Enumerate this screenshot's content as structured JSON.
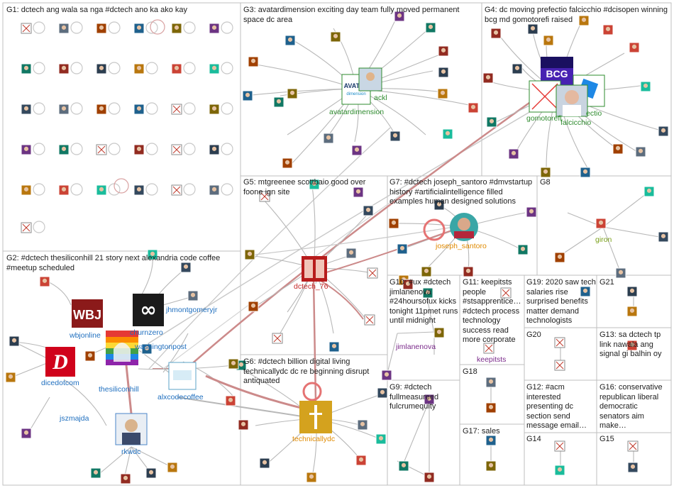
{
  "groups": [
    {
      "id": "G1",
      "title": "G1: dctech ang wala sa nga #dctech ano ka ako kay"
    },
    {
      "id": "G2",
      "title": "G2: #dctech thesiliconhill 21 story next alexandria code coffee #meetup scheduled"
    },
    {
      "id": "G3",
      "title": "G3: avatardimension exciting day team fully moved permanent space dc area"
    },
    {
      "id": "G4",
      "title": "G4: dc moving prefectio falcicchio #dcisopen winning bcg md gomotorefi raised"
    },
    {
      "id": "G5",
      "title": "G5: mtgreenee scottbaio good over foone ign site"
    },
    {
      "id": "G6",
      "title": "G6: #dctech billion digital living technicallydc dc re beginning disrupt antiquated"
    },
    {
      "id": "G7",
      "title": "G7: #dctech joseph_santoro #dmvstartup history #artificialintelligence filled examples human designed solutions"
    },
    {
      "id": "G8",
      "title": "G8"
    },
    {
      "id": "G9",
      "title": "G9: #dctech fullmeasureed fulcrumequity"
    },
    {
      "id": "G10",
      "title": "G10: #ux #dctech jimlanenova #24hoursofux kicks tonight 11pmet runs until midnight"
    },
    {
      "id": "G11",
      "title": "G11: keepitsts people #stsapprentice… #dctech process technology success read more corporate"
    },
    {
      "id": "G12",
      "title": "G12: #acm interested presenting dc section send message email…"
    },
    {
      "id": "G13",
      "title": "G13: sa dctech tp link nawala ang signal gi balhin oy"
    },
    {
      "id": "G14",
      "title": "G14"
    },
    {
      "id": "G15",
      "title": "G15"
    },
    {
      "id": "G16",
      "title": "G16: conservative republican liberal democratic senators aim make…"
    },
    {
      "id": "G17",
      "title": "G17: sales"
    },
    {
      "id": "G18",
      "title": "G18"
    },
    {
      "id": "G19",
      "title": "G19: 2020 saw tech salaries rise surprised benefits matter demand technologists"
    },
    {
      "id": "G20",
      "title": "G20"
    },
    {
      "id": "G21",
      "title": "G21"
    }
  ],
  "node_labels": {
    "avatardimension": "avatardimension",
    "ackl": "ackl",
    "gomotorefi": "gomotorefi",
    "falcicchio": "falcicchio",
    "prefectio": "ectio",
    "dctech_76": "dctech_76",
    "joseph_santoro": "joseph_santoro",
    "giron": "giron",
    "jimlanenova": "jimlanenova",
    "keepitsts": "keepitsts",
    "wbjonline": "wbjonline",
    "churnzero": "churnzero",
    "jhmontgomeryjr": "jhmontgomeryjr",
    "washingtonpost": "washingtonpost",
    "dicedotcom": "dicedotcom",
    "thesiliconhill": "thesiliconhill",
    "alxcodecoffee": "alxcodecoffee",
    "jszmajda": "jszmajda",
    "rkwdc": "rkwdc",
    "technicallydc": "technicallydc"
  },
  "logos": {
    "wbj": "WBJ",
    "dice": "D",
    "bcg": "BCG",
    "avatar_top": "AVATAR",
    "avatar_bottom": "dimension",
    "churnzero": "∞"
  },
  "colors": {
    "grid": "#bfbfbf",
    "edge": "#b8b8b8",
    "edge_red": "#cc8a8a",
    "label_blue": "#1f6fbf",
    "label_green": "#2e8b2e",
    "label_orange": "#e08a00",
    "label_purple": "#7a2a8a",
    "label_red": "#c62828",
    "label_olive": "#7aa01a"
  }
}
